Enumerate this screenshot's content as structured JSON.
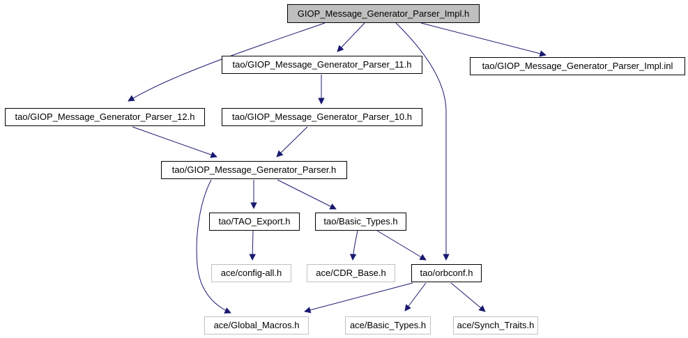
{
  "diagram": {
    "kind": "include-dependency-graph",
    "root_file": "GIOP_Message_Generator_Parser_Impl.h",
    "colors": {
      "edge": "#191970",
      "root_fill": "#bfbfbf",
      "node_border": "#000000",
      "leaf_border": "#c0c0c0",
      "background": "#ffffff"
    },
    "nodes": [
      {
        "id": "impl_h",
        "label": "GIOP_Message_Generator_Parser_Impl.h",
        "style": "root"
      },
      {
        "id": "parser_11",
        "label": "tao/GIOP_Message_Generator_Parser_11.h",
        "style": "linked"
      },
      {
        "id": "impl_inl",
        "label": "tao/GIOP_Message_Generator_Parser_Impl.inl",
        "style": "linked"
      },
      {
        "id": "parser_12",
        "label": "tao/GIOP_Message_Generator_Parser_12.h",
        "style": "linked"
      },
      {
        "id": "parser_10",
        "label": "tao/GIOP_Message_Generator_Parser_10.h",
        "style": "linked"
      },
      {
        "id": "parser",
        "label": "tao/GIOP_Message_Generator_Parser.h",
        "style": "linked"
      },
      {
        "id": "tao_export",
        "label": "tao/TAO_Export.h",
        "style": "linked"
      },
      {
        "id": "tao_basic_types",
        "label": "tao/Basic_Types.h",
        "style": "linked"
      },
      {
        "id": "config_all",
        "label": "ace/config-all.h",
        "style": "leaf"
      },
      {
        "id": "cdr_base",
        "label": "ace/CDR_Base.h",
        "style": "leaf"
      },
      {
        "id": "orbconf",
        "label": "tao/orbconf.h",
        "style": "linked"
      },
      {
        "id": "global_macros",
        "label": "ace/Global_Macros.h",
        "style": "leaf"
      },
      {
        "id": "ace_basic_types",
        "label": "ace/Basic_Types.h",
        "style": "leaf"
      },
      {
        "id": "synch_traits",
        "label": "ace/Synch_Traits.h",
        "style": "leaf"
      }
    ],
    "edges": [
      {
        "from": "GIOP_Message_Generator_Parser_Impl.h",
        "to": "tao/GIOP_Message_Generator_Parser_12.h"
      },
      {
        "from": "GIOP_Message_Generator_Parser_Impl.h",
        "to": "tao/GIOP_Message_Generator_Parser_11.h"
      },
      {
        "from": "GIOP_Message_Generator_Parser_Impl.h",
        "to": "tao/orbconf.h"
      },
      {
        "from": "GIOP_Message_Generator_Parser_Impl.h",
        "to": "tao/GIOP_Message_Generator_Parser_Impl.inl"
      },
      {
        "from": "tao/GIOP_Message_Generator_Parser_11.h",
        "to": "tao/GIOP_Message_Generator_Parser_10.h"
      },
      {
        "from": "tao/GIOP_Message_Generator_Parser_12.h",
        "to": "tao/GIOP_Message_Generator_Parser.h"
      },
      {
        "from": "tao/GIOP_Message_Generator_Parser_10.h",
        "to": "tao/GIOP_Message_Generator_Parser.h"
      },
      {
        "from": "tao/GIOP_Message_Generator_Parser.h",
        "to": "tao/TAO_Export.h"
      },
      {
        "from": "tao/GIOP_Message_Generator_Parser.h",
        "to": "tao/Basic_Types.h"
      },
      {
        "from": "tao/GIOP_Message_Generator_Parser.h",
        "to": "ace/Global_Macros.h"
      },
      {
        "from": "tao/TAO_Export.h",
        "to": "ace/config-all.h"
      },
      {
        "from": "tao/Basic_Types.h",
        "to": "ace/CDR_Base.h"
      },
      {
        "from": "tao/Basic_Types.h",
        "to": "tao/orbconf.h"
      },
      {
        "from": "tao/orbconf.h",
        "to": "ace/Global_Macros.h"
      },
      {
        "from": "tao/orbconf.h",
        "to": "ace/Basic_Types.h"
      },
      {
        "from": "tao/orbconf.h",
        "to": "ace/Synch_Traits.h"
      }
    ]
  }
}
